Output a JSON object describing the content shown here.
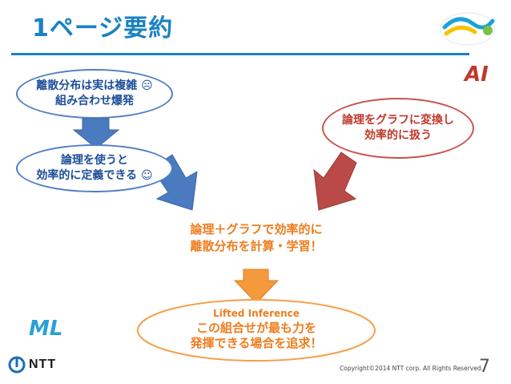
{
  "header": {
    "title": "1ページ要約"
  },
  "labels": {
    "ai": "AI",
    "ml": "ML"
  },
  "nodes": {
    "discrete_top": {
      "line1": "離散分布は実は複雑 ☹",
      "line2": "組み合わせ爆発"
    },
    "logic_efficient": {
      "line1": "論理を使うと",
      "line2": "効率的に定義できる ☺"
    },
    "graph_convert": {
      "line1": "論理をグラフに変換し",
      "line2": "効率的に扱う"
    },
    "combined": {
      "line1": "論理＋グラフで効率的に",
      "line2": "離散分布を計算・学習！"
    },
    "lifted": {
      "line1": "Lifted Inference",
      "line2": "この組合せが最も力を",
      "line3": "発揮できる場合を追求！"
    }
  },
  "footer": {
    "copyright": "Copyright©2014  NTT corp. All Rights Reserved.",
    "page_number": "7",
    "company": "NTT"
  },
  "colors": {
    "title_blue": "#1a82c3",
    "blue_arrow": "#4a7bc1",
    "red_arrow": "#b94a48",
    "orange": "#ee7d1e",
    "ai_red": "#c0392b",
    "ml_blue": "#2a9fd6"
  }
}
